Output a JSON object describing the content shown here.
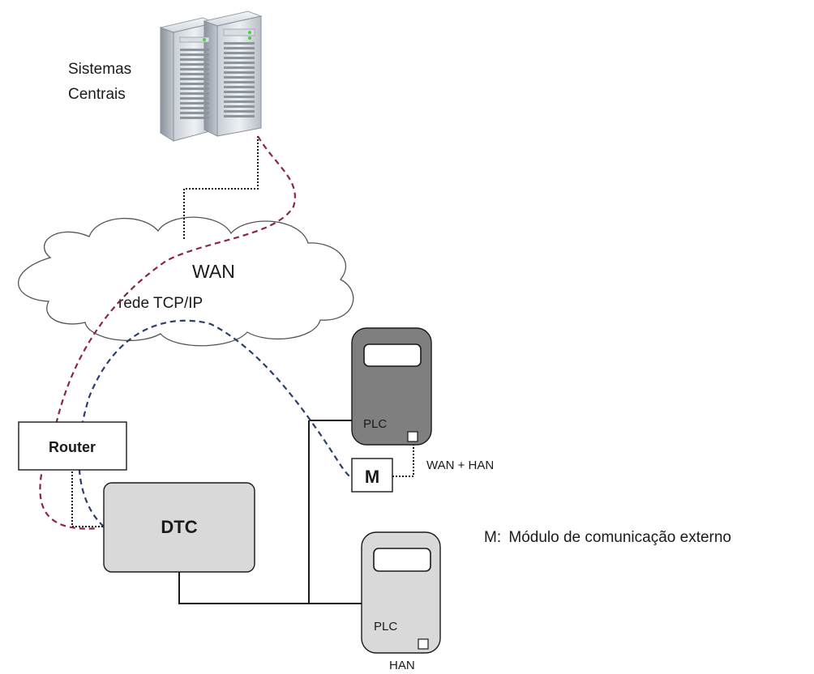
{
  "central_systems": {
    "line1": "Sistemas",
    "line2": "Centrais"
  },
  "wan_cloud": {
    "title": "WAN",
    "subtitle": "rede TCP/IP"
  },
  "router": {
    "label": "Router"
  },
  "dtc": {
    "label": "DTC"
  },
  "meter_top": {
    "label": "PLC"
  },
  "meter_bottom": {
    "label": "PLC"
  },
  "module": {
    "label": "M"
  },
  "labels": {
    "wan_han": "WAN + HAN",
    "han": "HAN"
  },
  "legend": {
    "key": "M:",
    "text": "Módulo de comunicação externo"
  },
  "colors": {
    "red_link": "#8b2742",
    "blue_link": "#2b3f6b",
    "dtc_fill": "#d9d9d9",
    "meter_top_fill": "#7f7f7f",
    "meter_bottom_fill": "#d9d9d9"
  }
}
